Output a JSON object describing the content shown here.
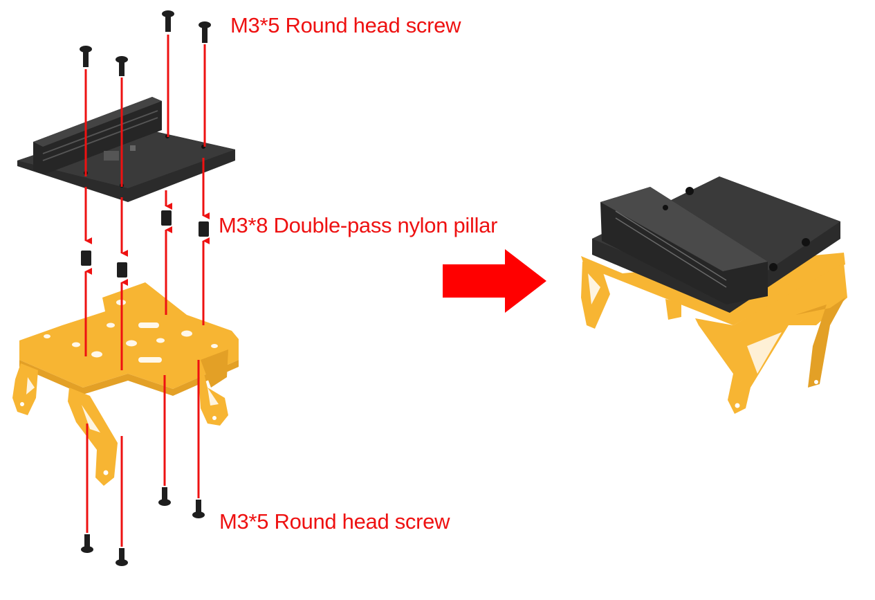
{
  "labels": {
    "top_screw": "M3*5 Round head screw",
    "pillar": "M3*8 Double-pass nylon pillar",
    "bottom_screw": "M3*5 Round head screw"
  },
  "colors": {
    "label": "#ee1111",
    "guide_line": "#ee1111",
    "bracket": "#f7b533",
    "bracket_shade": "#d99522",
    "board": "#2b2b2b",
    "board_top": "#3a3a3a",
    "hardware": "#1e1e1e",
    "arrow": "#ff0000"
  },
  "parts": {
    "top_screw_icon": "screw-icon",
    "pillar_icon": "nylon-pillar-icon",
    "board_icon": "adapter-board-icon",
    "bracket_icon": "yellow-bracket-icon",
    "result_icon": "assembled-module-icon",
    "step_arrow_icon": "arrow-right-icon"
  }
}
